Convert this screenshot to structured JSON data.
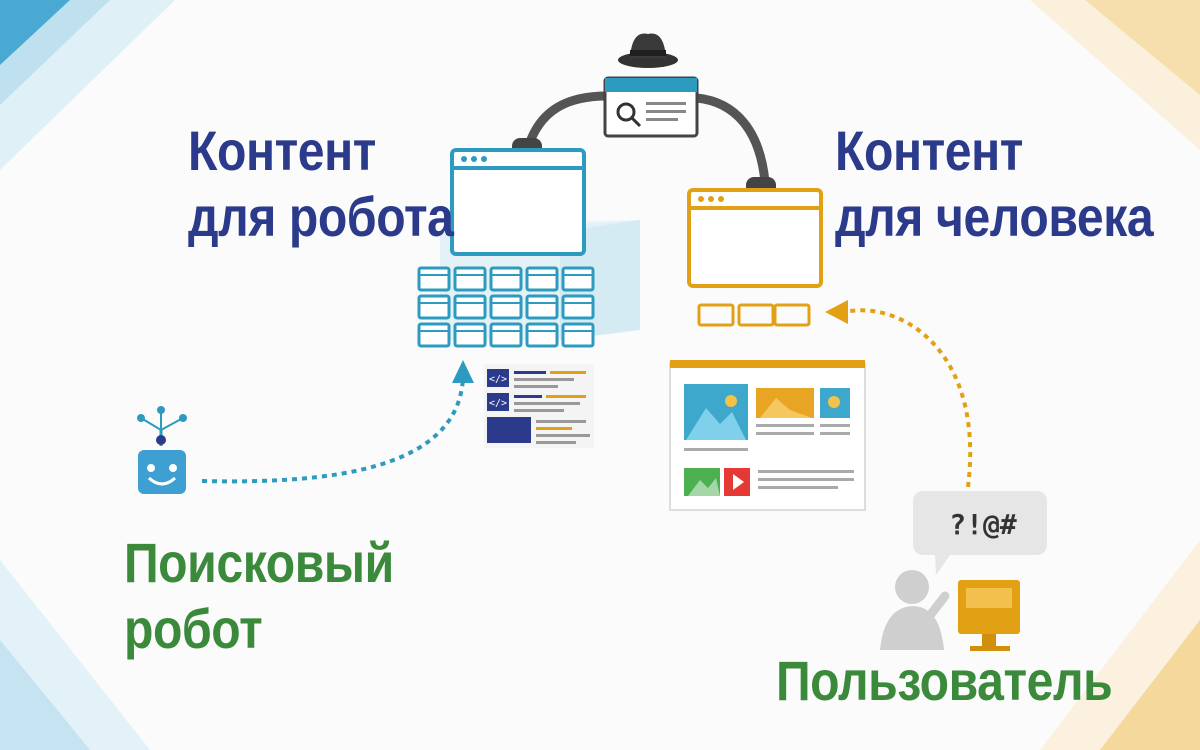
{
  "labels": {
    "robot_content_line1": "Контент",
    "robot_content_line2": "для робота",
    "human_content_line1": "Контент",
    "human_content_line2": "для человека",
    "search_robot_line1": "Поисковый",
    "search_robot_line2": "робот",
    "user": "Пользователь"
  },
  "speech_bubble": "?!@#",
  "icons": [
    "black-hat-icon",
    "search-window-icon",
    "robot-icon",
    "user-icon",
    "monitor-icon",
    "speech-bubble-icon"
  ],
  "colors": {
    "robot_side": "#2d9bbf",
    "human_side": "#e2a114",
    "title_navy": "#2b3a8a",
    "title_green": "#3b8a3c"
  }
}
